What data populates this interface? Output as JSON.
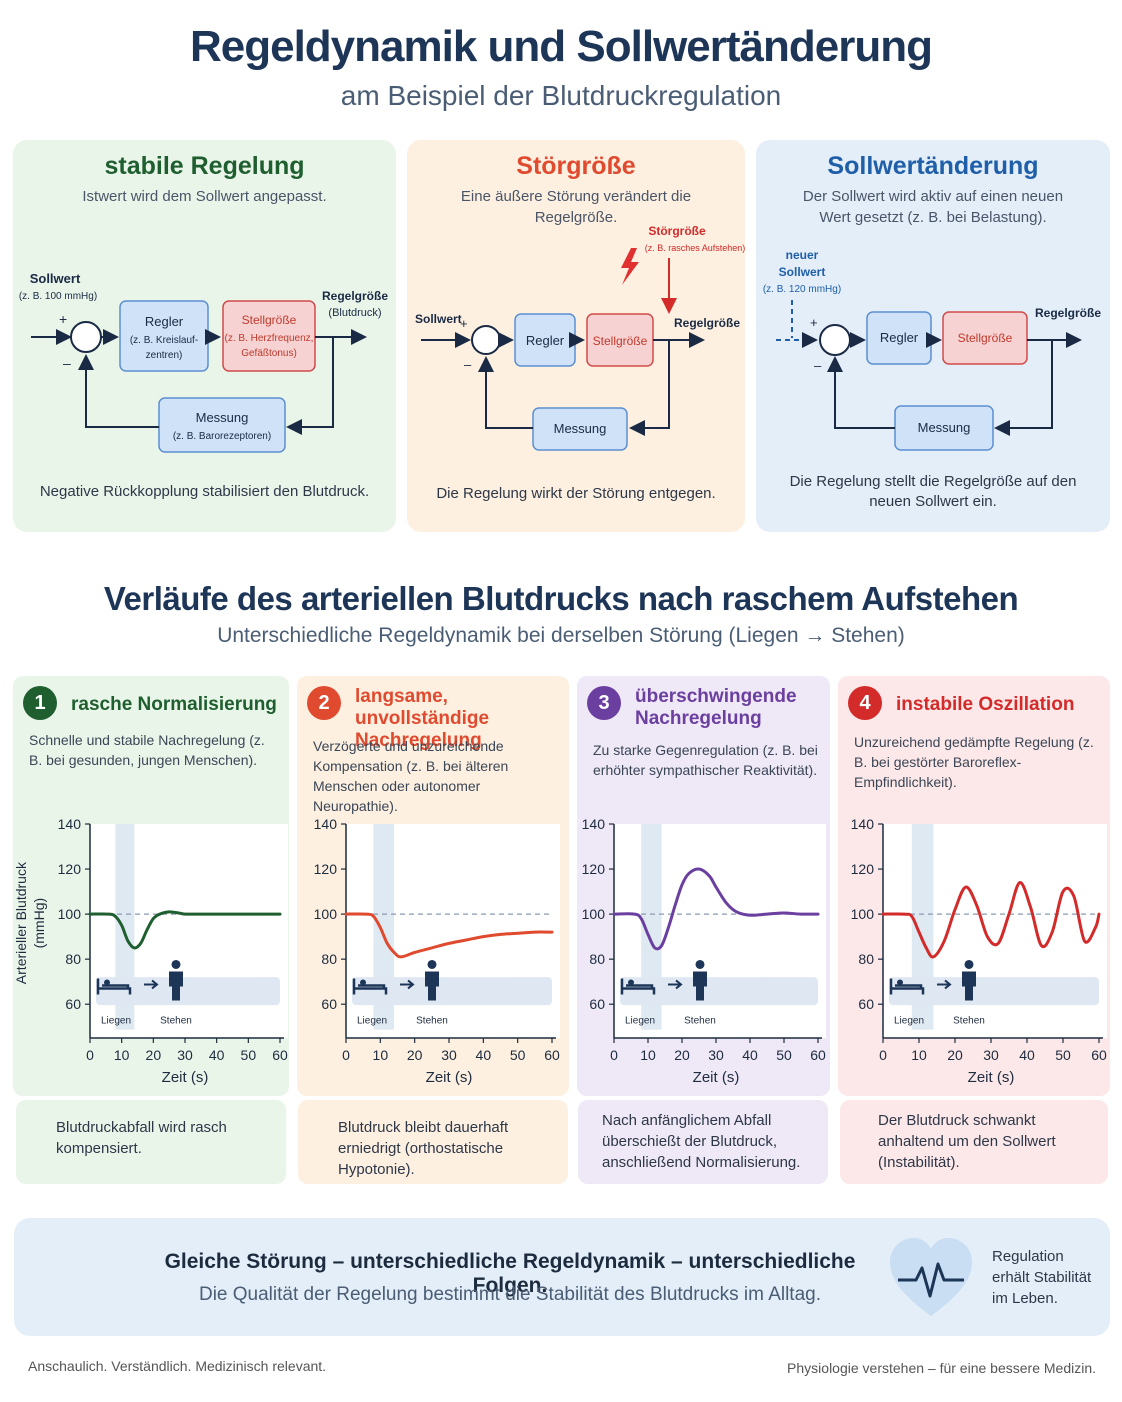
{
  "title": "Regeldynamik und Sollwertänderung",
  "subtitle": "am Beispiel der Blutdruckregulation",
  "panels": [
    {
      "title": "stabile Regelung",
      "desc": "Istwert wird dem Sollwert angepasst.",
      "labels": {
        "sollwert": "Sollwert",
        "sollwert_note": "(z. B. 100 mmHg)",
        "plus": "+",
        "minus": "–",
        "regler": "Regler",
        "regler_note1": "(z. B. Kreislauf-",
        "regler_note2": "zentren)",
        "stell": "Stellgröße",
        "stell_note1": "(z. B. Herzfrequenz,",
        "stell_note2": "Gefäßtonus)",
        "regelgroesse": "Regelgröße",
        "regelgroesse_note": "(Blutdruck)",
        "messung": "Messung",
        "messung_note": "(z. B. Barorezeptoren)"
      },
      "footer": "Negative Rückkopplung stabilisiert den Blutdruck."
    },
    {
      "title": "Störgröße",
      "desc": "Eine äußere Störung verändert die Regelgröße.",
      "labels": {
        "sollwert": "Sollwert",
        "plus": "+",
        "minus": "–",
        "regler": "Regler",
        "stell": "Stellgröße",
        "regelgroesse": "Regelgröße",
        "messung": "Messung",
        "stoer": "Störgröße",
        "stoer_note": "(z. B. rasches Aufstehen)"
      },
      "footer": "Die Regelung wirkt der Störung entgegen."
    },
    {
      "title": "Sollwertänderung",
      "desc": "Der Sollwert wird aktiv auf einen neuen Wert gesetzt (z. B. bei Belastung).",
      "labels": {
        "neu1": "neuer",
        "neu2": "Sollwert",
        "neu_note": "(z. B. 120 mmHg)",
        "plus": "+",
        "minus": "–",
        "regler": "Regler",
        "stell": "Stellgröße",
        "regelgroesse": "Regelgröße",
        "messung": "Messung"
      },
      "footer": "Die Regelung stellt die Regelgröße auf den neuen Sollwert ein."
    }
  ],
  "section2": {
    "title": "Verläufe des arteriellen Blutdrucks nach raschem Aufstehen",
    "subtitle": "Unterschiedliche Regeldynamik bei derselben Störung (Liegen → Stehen)"
  },
  "cases": [
    {
      "num": "1",
      "title": "rasche Normalisierung",
      "desc": "Schnelle und stabile Nachregelung (z. B. bei gesunden, jungen Menschen).",
      "note": "Blutdruckabfall wird rasch kompensiert."
    },
    {
      "num": "2",
      "title": "langsame, unvollständige Nachregelung",
      "desc": "Verzögerte und unzureichende Kompensation (z. B. bei älteren Menschen oder autonomer Neuropathie).",
      "note": "Blutdruck bleibt dauerhaft erniedrigt (orthostatische Hypotonie)."
    },
    {
      "num": "3",
      "title": "überschwingende Nachregelung",
      "desc": "Zu starke Gegenregulation (z. B. bei erhöhter sympathischer Reaktivität).",
      "note": "Nach anfänglichem Abfall überschießt der Blutdruck, anschließend Normalisierung."
    },
    {
      "num": "4",
      "title": "instabile Oszillation",
      "desc": "Unzureichend gedämpfte Regelung (z. B. bei gestörter Baroreflex-Empfindlichkeit).",
      "note": "Der Blutdruck schwankt anhaltend um den Sollwert (Instabilität)."
    }
  ],
  "chart_data": [
    {
      "type": "line",
      "title": "",
      "xlabel": "Zeit (s)",
      "ylabel": "Arterieller Blutdruck (mmHg)",
      "xlim": [
        0,
        60
      ],
      "ylim": [
        45,
        140
      ],
      "xticks": [
        0,
        10,
        20,
        30,
        40,
        50,
        60
      ],
      "yticks": [
        60,
        80,
        100,
        120,
        140
      ],
      "setpoint": 100,
      "highlight": [
        8,
        14
      ],
      "event_labels": [
        "Liegen",
        "Stehen"
      ],
      "color": "#1e5e2f",
      "series": [
        {
          "x": [
            0,
            6,
            8,
            10,
            12,
            14,
            16,
            18,
            20,
            22,
            25,
            28,
            30,
            35,
            40,
            50,
            60
          ],
          "y": [
            100,
            100,
            99,
            95,
            88,
            85,
            87,
            93,
            98,
            100,
            101,
            100.5,
            100,
            100,
            100,
            100,
            100
          ]
        }
      ]
    },
    {
      "type": "line",
      "title": "",
      "xlabel": "Zeit (s)",
      "ylabel": "",
      "xlim": [
        0,
        60
      ],
      "ylim": [
        45,
        140
      ],
      "xticks": [
        0,
        10,
        20,
        30,
        40,
        50,
        60
      ],
      "yticks": [
        60,
        80,
        100,
        120,
        140
      ],
      "setpoint": 100,
      "highlight": [
        8,
        14
      ],
      "event_labels": [
        "Liegen",
        "Stehen"
      ],
      "color": "#e04a2f",
      "series": [
        {
          "x": [
            0,
            6,
            8,
            10,
            12,
            14,
            16,
            20,
            25,
            30,
            35,
            40,
            45,
            50,
            55,
            60
          ],
          "y": [
            100,
            100,
            99,
            94,
            87,
            83,
            81,
            83,
            85,
            87,
            88.5,
            90,
            91,
            91.5,
            92,
            92
          ]
        }
      ]
    },
    {
      "type": "line",
      "title": "",
      "xlabel": "Zeit (s)",
      "ylabel": "",
      "xlim": [
        0,
        60
      ],
      "ylim": [
        45,
        140
      ],
      "xticks": [
        0,
        10,
        20,
        30,
        40,
        50,
        60
      ],
      "yticks": [
        60,
        80,
        100,
        120,
        140
      ],
      "setpoint": 100,
      "highlight": [
        8,
        14
      ],
      "event_labels": [
        "Liegen",
        "Stehen"
      ],
      "color": "#6b3fa0",
      "series": [
        {
          "x": [
            0,
            6,
            8,
            10,
            12,
            14,
            16,
            18,
            20,
            22,
            25,
            28,
            30,
            33,
            36,
            40,
            45,
            50,
            55,
            60
          ],
          "y": [
            100,
            100,
            98,
            91,
            85,
            86,
            94,
            104,
            113,
            118,
            120,
            117,
            112,
            105,
            101,
            99.5,
            100,
            100.5,
            100,
            100
          ]
        }
      ]
    },
    {
      "type": "line",
      "title": "",
      "xlabel": "Zeit (s)",
      "ylabel": "",
      "xlim": [
        0,
        60
      ],
      "ylim": [
        45,
        140
      ],
      "xticks": [
        0,
        10,
        20,
        30,
        40,
        50,
        60
      ],
      "yticks": [
        60,
        80,
        100,
        120,
        140
      ],
      "setpoint": 100,
      "highlight": [
        8,
        14
      ],
      "event_labels": [
        "Liegen",
        "Stehen"
      ],
      "color": "#d32a2a",
      "series": [
        {
          "x": [
            0,
            6,
            8,
            10,
            12,
            14,
            17,
            20,
            23,
            26,
            29,
            32,
            35,
            38,
            41,
            44,
            47,
            50,
            53,
            56,
            59,
            60
          ],
          "y": [
            100,
            100,
            99,
            92,
            85,
            81,
            88,
            102,
            112,
            104,
            90,
            87,
            100,
            114,
            103,
            86,
            92,
            110,
            108,
            88,
            94,
            100
          ]
        }
      ]
    }
  ],
  "bottom": {
    "title": "Gleiche Störung – unterschiedliche Regeldynamik – unterschiedliche Folgen.",
    "subtitle": "Die Qualität der Regelung bestimmt die Stabilität des Blutdrucks im Alltag.",
    "side": "Regulation erhält Stabilität im Leben."
  },
  "footer_left": "Anschaulich. Verständlich. Medizinisch relevant.",
  "footer_right": "Physiologie verstehen – für eine bessere Medizin.",
  "colors": {
    "green": "#1e5e2f",
    "orange": "#e04a2f",
    "purple": "#6b3fa0",
    "red": "#d32a2a",
    "blue": "#1f5ea8",
    "navy": "#1d3557"
  }
}
